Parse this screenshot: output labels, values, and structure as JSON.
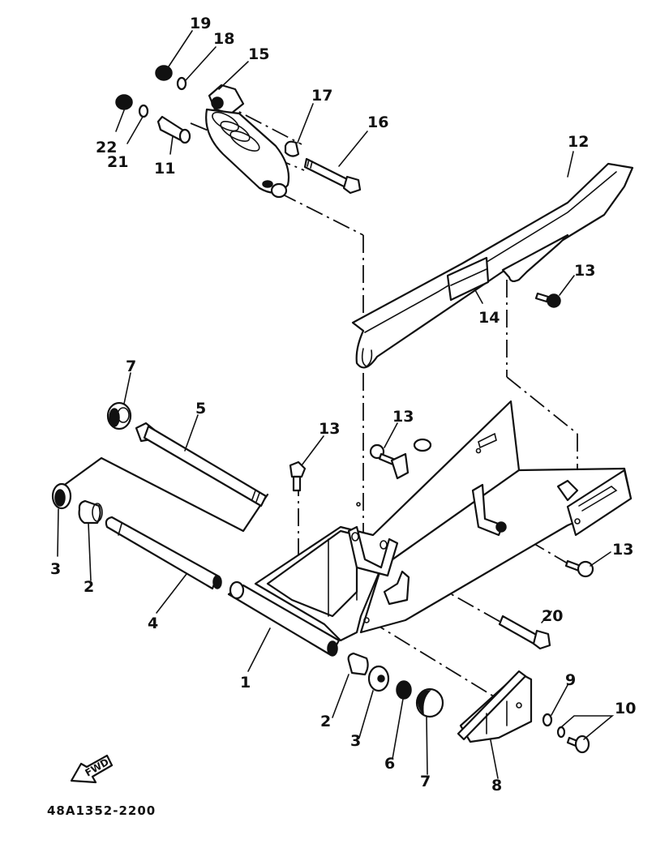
{
  "diagram": {
    "type": "exploded-parts-diagram",
    "subject": "rear swingarm assembly",
    "catalog_code": "48A1352-2200",
    "direction_marker": "FWD",
    "callouts": [
      {
        "id": "c1",
        "number": "1"
      },
      {
        "id": "c2a",
        "number": "2"
      },
      {
        "id": "c2b",
        "number": "2"
      },
      {
        "id": "c3a",
        "number": "3"
      },
      {
        "id": "c3b",
        "number": "3"
      },
      {
        "id": "c4",
        "number": "4"
      },
      {
        "id": "c5",
        "number": "5"
      },
      {
        "id": "c6",
        "number": "6"
      },
      {
        "id": "c7a",
        "number": "7"
      },
      {
        "id": "c7b",
        "number": "7"
      },
      {
        "id": "c8",
        "number": "8"
      },
      {
        "id": "c9",
        "number": "9"
      },
      {
        "id": "c10",
        "number": "10"
      },
      {
        "id": "c11",
        "number": "11"
      },
      {
        "id": "c12",
        "number": "12"
      },
      {
        "id": "c13a",
        "number": "13"
      },
      {
        "id": "c13b",
        "number": "13"
      },
      {
        "id": "c13c",
        "number": "13"
      },
      {
        "id": "c13d",
        "number": "13"
      },
      {
        "id": "c14",
        "number": "14"
      },
      {
        "id": "c15",
        "number": "15"
      },
      {
        "id": "c16",
        "number": "16"
      },
      {
        "id": "c17",
        "number": "17"
      },
      {
        "id": "c18",
        "number": "18"
      },
      {
        "id": "c19",
        "number": "19"
      },
      {
        "id": "c20",
        "number": "20"
      },
      {
        "id": "c21",
        "number": "21"
      },
      {
        "id": "c22",
        "number": "22"
      }
    ]
  }
}
